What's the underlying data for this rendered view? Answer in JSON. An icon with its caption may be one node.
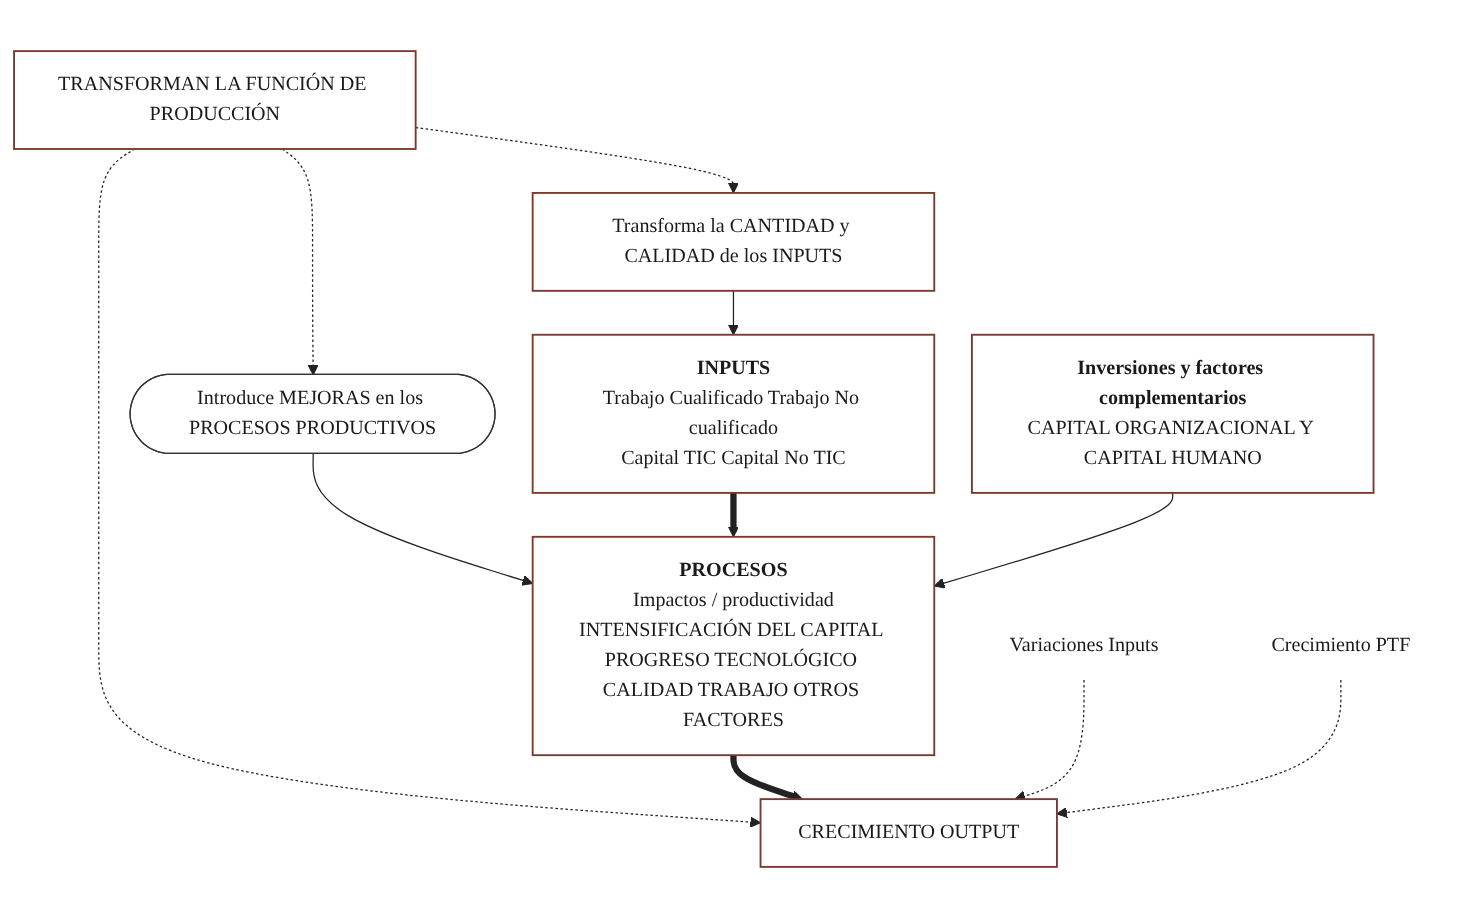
{
  "diagram": {
    "nodes": [
      {
        "text": [
          "TRANSFORMAN LA FUNCIÓN DE PRODUCCIÓN"
        ]
      },
      {
        "text": [
          "Transforma la CANTIDAD y CALIDAD de los INPUTS"
        ]
      },
      {
        "text": [
          "Introduce MEJORAS en los PROCESOS PRODUCTIVOS"
        ]
      },
      {
        "text": [
          "INPUTS",
          "Trabajo Cualificado Trabajo No cualificado",
          "Capital TIC Capital No TIC"
        ]
      },
      {
        "text": [
          "PROCESOS",
          "Impactos / productividad",
          "INTENSIFICACIÓN DEL CAPITAL PROGRESO TECNOLÓGICO CALIDAD TRABAJO OTROS FACTORES"
        ]
      },
      {
        "text": [
          "CRECIMIENTO OUTPUT"
        ]
      },
      {
        "text": [
          "Inversiones y factores complementarios",
          "CAPITAL ORGANIZACIONAL Y CAPITAL HUMANO"
        ]
      },
      {
        "text": [
          "Variaciones Inputs"
        ]
      },
      {
        "text": [
          "Crecimiento PTF"
        ]
      }
    ],
    "edges": [
      {
        "from": 0,
        "to": 1,
        "arrow": "to",
        "style": "dashed"
      },
      {
        "from": 0,
        "to": 2,
        "arrow": "to",
        "style": "dashed"
      },
      {
        "from": 0,
        "to": 5,
        "arrow": "to",
        "style": "dashed"
      },
      {
        "from": 1,
        "to": 3,
        "arrow": "to"
      },
      {
        "from": 2,
        "to": 4,
        "arrow": "to"
      },
      {
        "from": 3,
        "to": 4,
        "arrow": "to",
        "style": "thick"
      },
      {
        "from": 4,
        "to": 5,
        "arrow": "to",
        "style": "thick"
      },
      {
        "from": 6,
        "to": 4,
        "arrow": "to"
      },
      {
        "from": 7,
        "to": 5,
        "arrow": "to",
        "style": "dashed"
      },
      {
        "from": 8,
        "to": 5,
        "arrow": "to",
        "style": "dashed"
      }
    ]
  }
}
